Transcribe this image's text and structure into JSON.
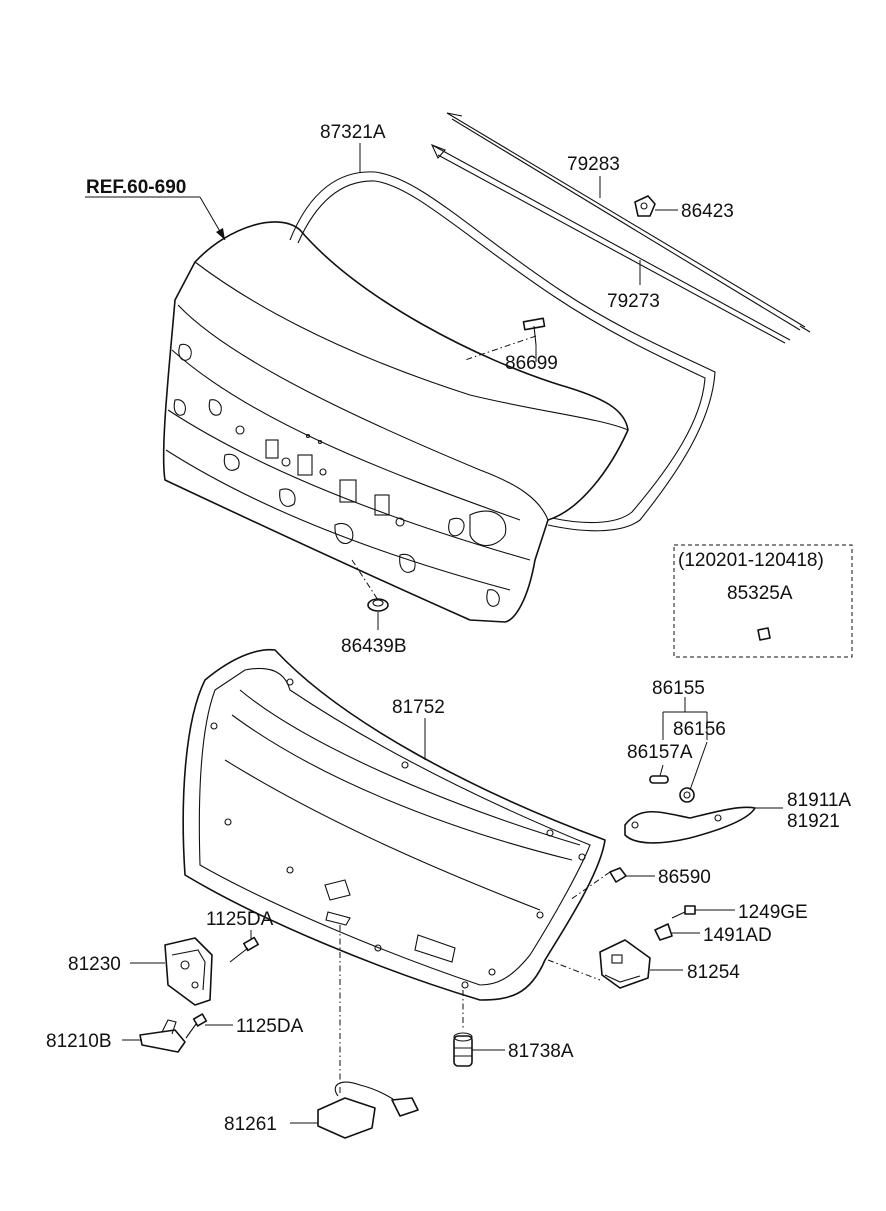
{
  "reference": "REF.60-690",
  "callouts": {
    "weatherstrip": "87321A",
    "stay_rod_upper": "79283",
    "clip": "86423",
    "stay_rod_lower": "79273",
    "bolt_86699": "86699",
    "plug": "86439B",
    "trim_panel": "81752",
    "hinge_group": "86155",
    "bumper_86156": "86156",
    "bumper_86157A": "86157A",
    "handle_pair_a": "81911A",
    "handle_pair_b": "81921",
    "fastener_86590": "86590",
    "screw_1249GE": "1249GE",
    "nut_1491AD": "1491AD",
    "latch_switch": "81254",
    "bolt_1125DA_upper": "1125DA",
    "latch": "81230",
    "bolt_1125DA_lower": "1125DA",
    "striker": "81210B",
    "bumper_81738A": "81738A",
    "release_switch": "81261"
  },
  "period_box": {
    "period": "(120201-120418)",
    "part": "85325A"
  }
}
